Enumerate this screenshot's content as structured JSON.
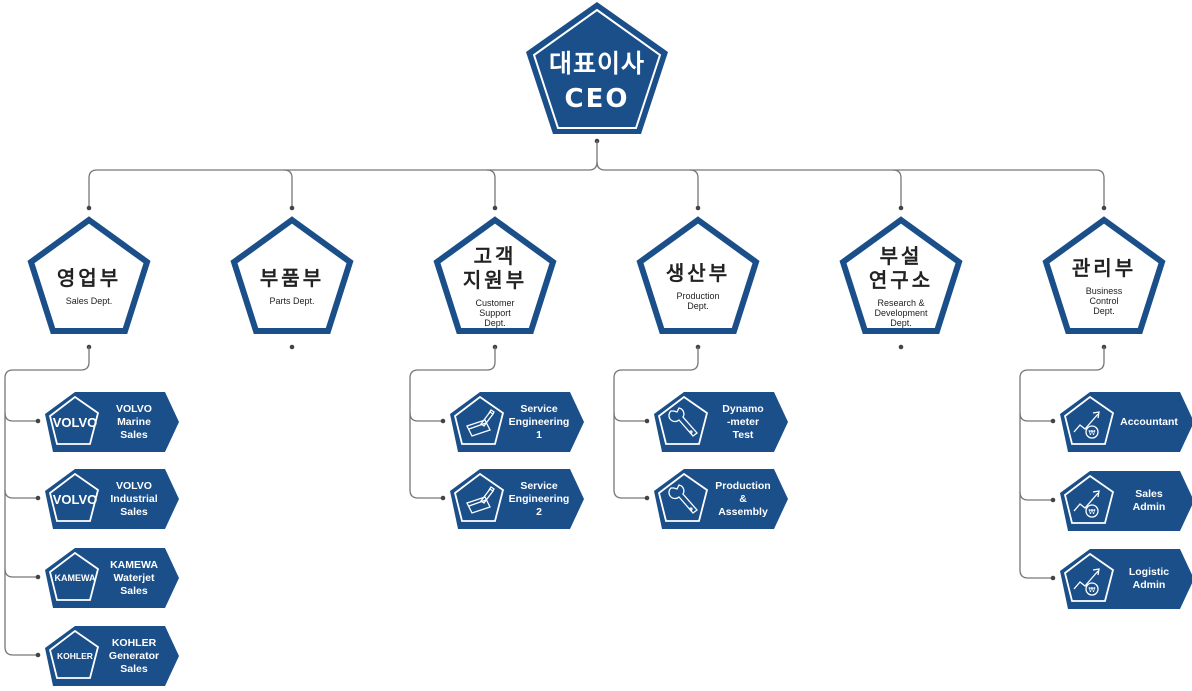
{
  "ceo": {
    "title_ko": "대표이사",
    "title_en": "CEO"
  },
  "colors": {
    "primary": "#1a4f8a",
    "line": "#777777",
    "dot": "#444444",
    "text": "#222222"
  },
  "departments": [
    {
      "id": "sales",
      "title_ko": "영업부",
      "title_ko_lines": [
        "영업부"
      ],
      "title_en_lines": [
        "Sales Dept."
      ],
      "units": [
        {
          "logo": "VOLVO",
          "label_lines": [
            "VOLVO",
            "Marine",
            "Sales"
          ]
        },
        {
          "logo": "VOLVO",
          "label_lines": [
            "VOLVO",
            "Industrial",
            "Sales"
          ]
        },
        {
          "logo": "KAMEWA",
          "label_lines": [
            "KAMEWA",
            "Waterjet",
            "Sales"
          ]
        },
        {
          "logo": "KOHLER",
          "label_lines": [
            "KOHLER",
            "Generator",
            "Sales"
          ]
        }
      ]
    },
    {
      "id": "parts",
      "title_ko_lines": [
        "부품부"
      ],
      "title_en_lines": [
        "Parts Dept."
      ],
      "units": []
    },
    {
      "id": "customer-support",
      "title_ko_lines": [
        "고객",
        "지원부"
      ],
      "title_en_lines": [
        "Customer",
        "Support",
        "Dept."
      ],
      "units": [
        {
          "icon": "pen-tablet-icon",
          "label_lines": [
            "Service",
            "Engineering",
            "1"
          ]
        },
        {
          "icon": "pen-tablet-icon",
          "label_lines": [
            "Service",
            "Engineering",
            "2"
          ]
        }
      ]
    },
    {
      "id": "production",
      "title_ko_lines": [
        "생산부"
      ],
      "title_en_lines": [
        "Production",
        "Dept."
      ],
      "units": [
        {
          "icon": "wrench-icon",
          "label_lines": [
            "Dynamo",
            "-meter",
            "Test"
          ]
        },
        {
          "icon": "wrench-icon",
          "label_lines": [
            "Production",
            "&",
            "Assembly"
          ]
        }
      ]
    },
    {
      "id": "rnd",
      "title_ko_lines": [
        "부설",
        "연구소"
      ],
      "title_en_lines": [
        "Research &",
        "Development",
        "Dept."
      ],
      "units": []
    },
    {
      "id": "business-control",
      "title_ko_lines": [
        "관리부"
      ],
      "title_en_lines": [
        "Business",
        "Control",
        "Dept."
      ],
      "units": [
        {
          "icon": "growth-money-icon",
          "label_lines": [
            "Accountant"
          ]
        },
        {
          "icon": "growth-money-icon",
          "label_lines": [
            "Sales",
            "Admin"
          ]
        },
        {
          "icon": "growth-money-icon",
          "label_lines": [
            "Logistic",
            "Admin"
          ]
        }
      ]
    }
  ]
}
